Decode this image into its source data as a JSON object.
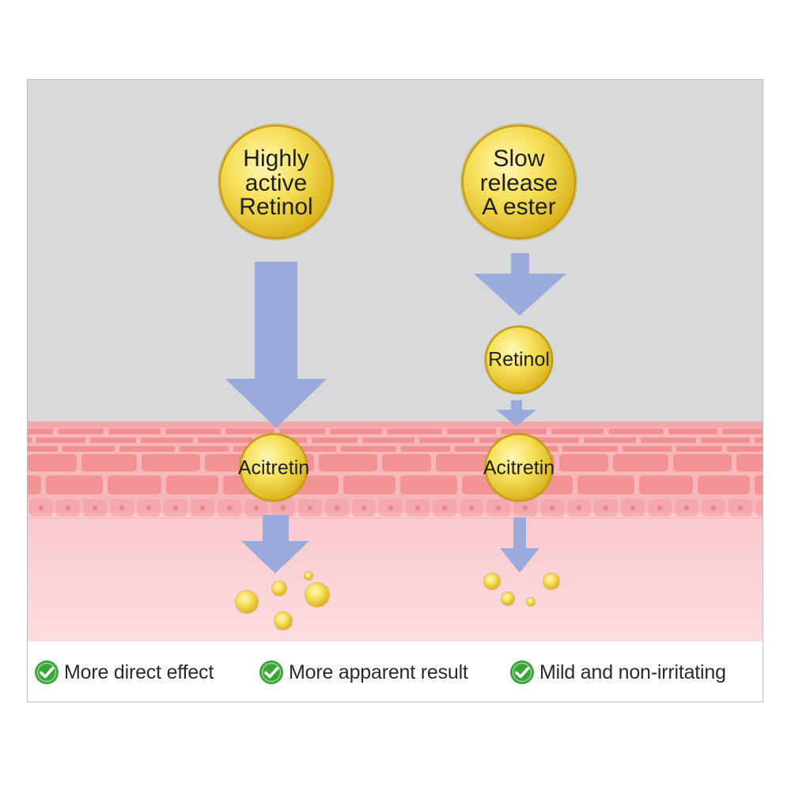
{
  "colors": {
    "background": "#d8d9db",
    "skin_top": "#f08c8c",
    "skin_deep": "#fbd3d6",
    "arrow": "#9aabdb",
    "molecule": "#f0d84a",
    "check": "#3aa63a"
  },
  "left_path": {
    "source": "Highly\nactive\nRetinol",
    "skin_molecule": "Acitretin"
  },
  "right_path": {
    "source": "Slow\nrelease\nA ester",
    "intermediate": "Retinol",
    "skin_molecule": "Acitretin"
  },
  "benefits": [
    {
      "icon": "check-circle-icon",
      "text": "More direct effect"
    },
    {
      "icon": "check-circle-icon",
      "text": "More apparent result"
    },
    {
      "icon": "check-circle-icon",
      "text": "Mild and non-irritating"
    }
  ]
}
